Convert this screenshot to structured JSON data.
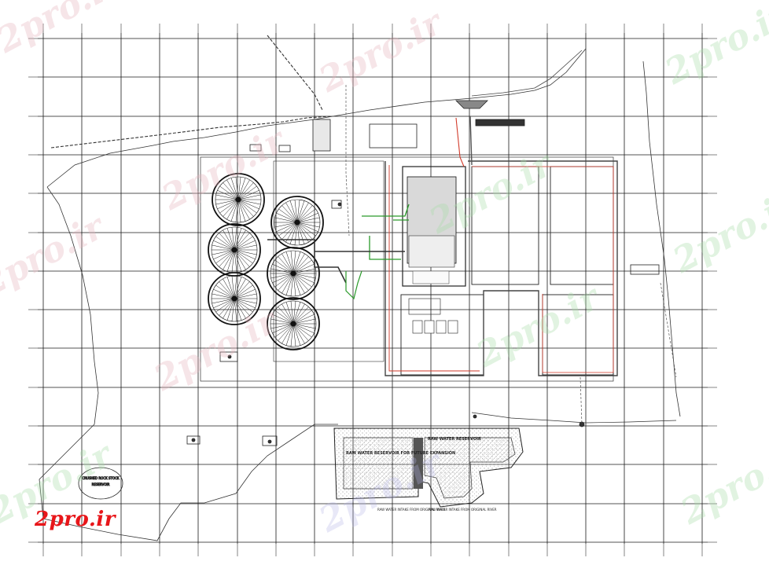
{
  "watermark_text": "2pro.ir",
  "logo_text": "2pro.ir",
  "labels": {
    "raw_water_reservoir_future": "RAW WATER RESERVOIR FOR FUTURE EXPANSION",
    "raw_water_reservoir": "RAW WATER RESERVOIR",
    "intake_original_river": "RAW WATER INTAKE FROM ORIGINAL RIVER",
    "intake_original_river_2": "RAW WATER INTAKE FROM ORIGINAL RIVER"
  },
  "colors": {
    "grid": "#1a1a1a",
    "linework": "#222222",
    "pipe_red": "#d23a2a",
    "pipe_green": "#2a9a2a",
    "reservoir_hatch": "#8a8a8a",
    "logo_red": "#e8161a"
  }
}
